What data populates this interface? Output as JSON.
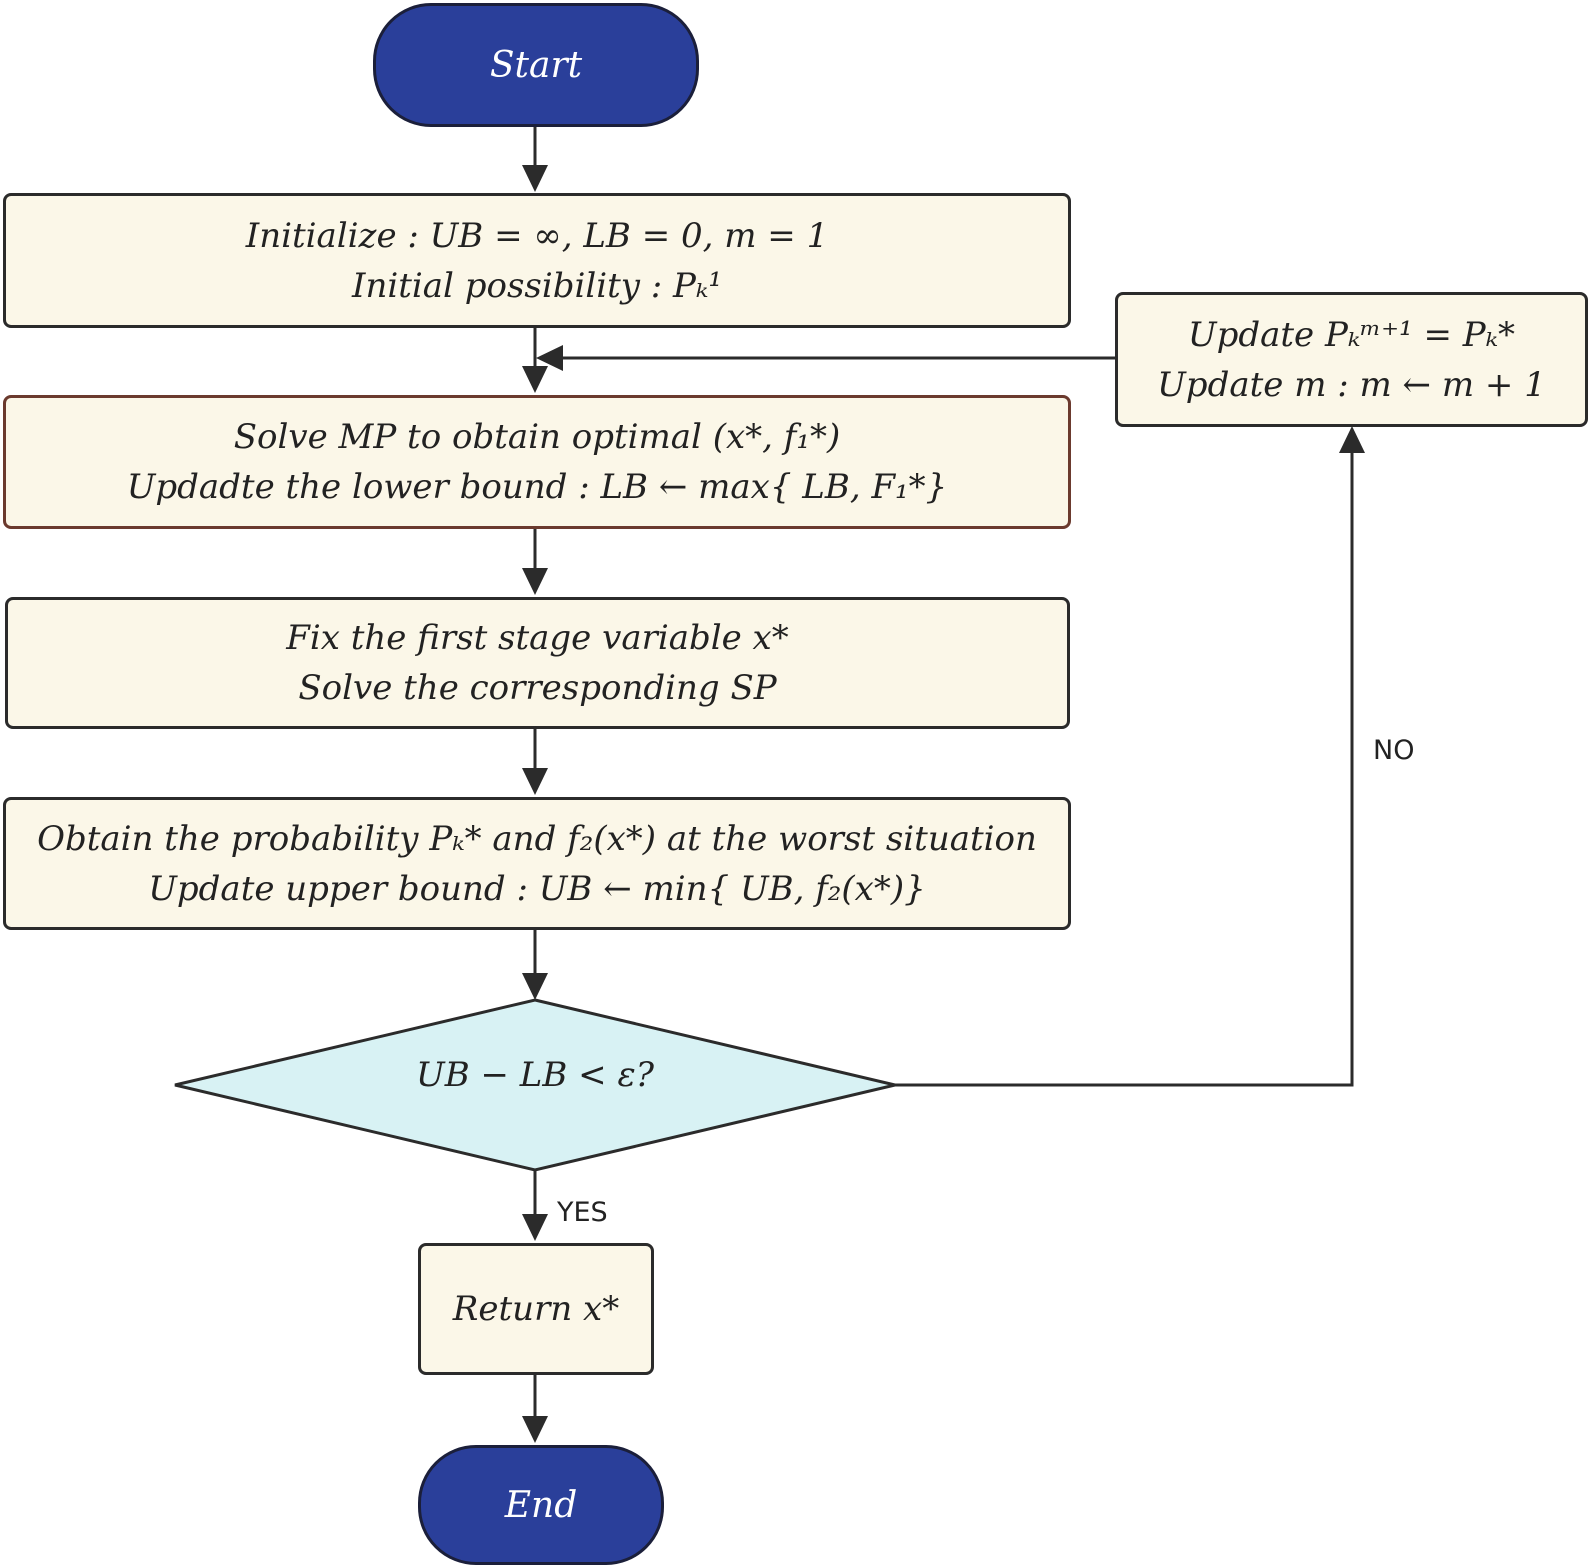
{
  "nodes": {
    "start": "Start",
    "init_line1": "Initialize : UB = ∞, LB = 0, m = 1",
    "init_line2": "Initial possibility : Pₖ¹",
    "mp_line1": "Solve MP to obtain optimal (x*, f₁*)",
    "mp_line2": "Updadte the lower bound : LB ← max{ LB, F₁*}",
    "sp_line1": "Fix the first stage variable x*",
    "sp_line2": "Solve the corresponding SP",
    "ub_line1": "Obtain the probability Pₖ* and f₂(x*) at the worst situation",
    "ub_line2": "Update upper bound : UB ← min{ UB, f₂(x*)}",
    "decision": "UB − LB < ε?",
    "return": "Return x*",
    "end": "End",
    "update_line1": "Update Pₖᵐ⁺¹ = Pₖ*",
    "update_line2": "Update m : m ← m + 1"
  },
  "edges": {
    "yes": "YES",
    "no": "NO"
  },
  "colors": {
    "terminal_fill": "#2a3f9a",
    "process_fill": "#fbf7e8",
    "decision_fill": "#d8f2f4",
    "stroke": "#2b2b2b"
  }
}
